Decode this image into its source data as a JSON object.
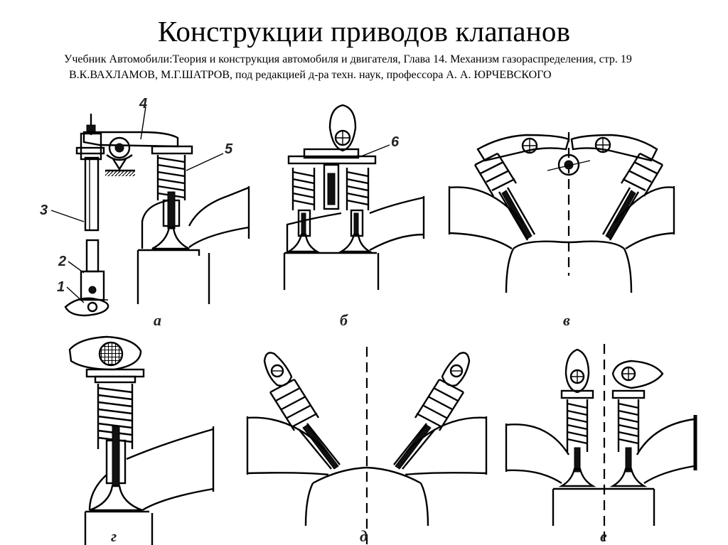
{
  "header": {
    "title": "Конструкции приводов клапанов",
    "subtitle_line1": "Учебник Автомобили:Теория и конструкция автомобиля и двигателя, Глава 14. Механизм газораспределения, стр. 19",
    "subtitle_line2": "В.К.ВАХЛАМОВ, М.Г.ШАТРОВ, под редакцией  д-ра техн. наук, профессора А. А. ЮРЧЕВСКОГО"
  },
  "figure": {
    "panels": [
      {
        "label": "а"
      },
      {
        "label": "б"
      },
      {
        "label": "в"
      },
      {
        "label": "г"
      },
      {
        "label": "д"
      },
      {
        "label": "е"
      }
    ],
    "callouts": [
      "1",
      "2",
      "3",
      "4",
      "5",
      "6"
    ]
  }
}
